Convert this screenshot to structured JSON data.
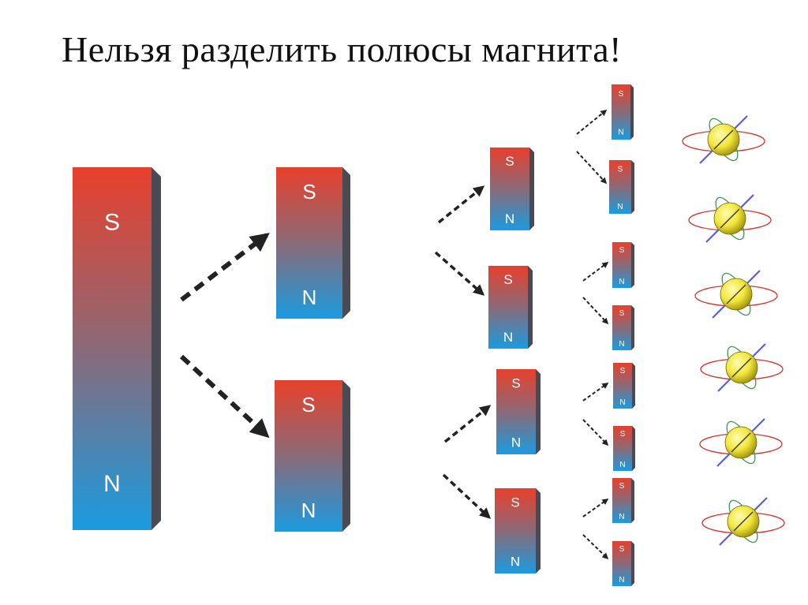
{
  "title": "Нельзя разделить полюсы магнита!",
  "labels": {
    "south": "S",
    "north": "N"
  },
  "colors": {
    "south_pole": "#e8402c",
    "north_pole": "#1a9be0",
    "arrow": "#222222",
    "sphere": "#f2e63a",
    "orbit_red": "#d9342b",
    "orbit_blue": "#5a5fd8",
    "orbit_green": "#3a9a4a"
  },
  "diagram": {
    "generations": 4,
    "magnets_per_generation": [
      1,
      2,
      4,
      8
    ],
    "atom_count": 6
  }
}
